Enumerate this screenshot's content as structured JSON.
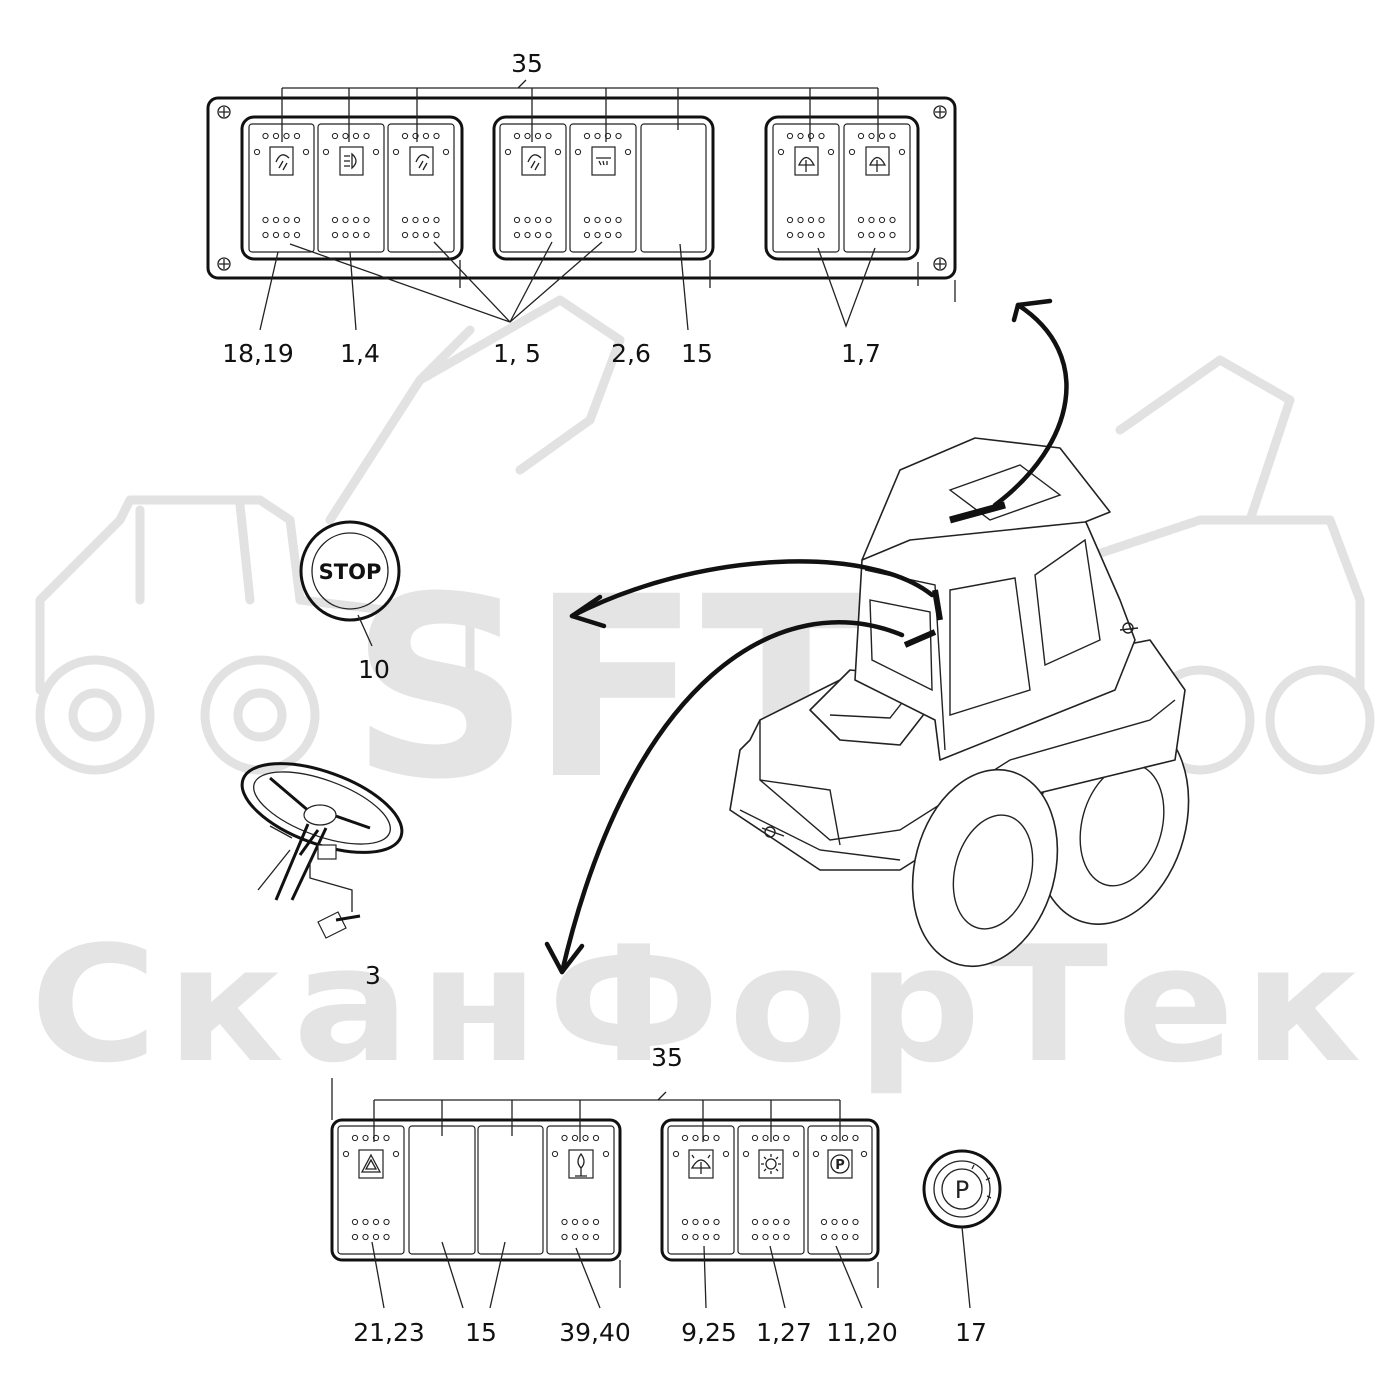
{
  "watermark": {
    "latin": "SFT",
    "cyrillic": "СканФорТек"
  },
  "stop_button": {
    "label": "STOP"
  },
  "top_panel": {
    "callout_top": "35",
    "callouts": [
      "18,19",
      "1,4",
      "1, 5",
      "2,6",
      "15",
      "1,7"
    ]
  },
  "bottom_panel": {
    "callout_top": "35",
    "callouts": [
      "21,23",
      "15",
      "39,40",
      "9,25",
      "1,27",
      "11,20",
      "17"
    ]
  },
  "side_callouts": {
    "stop": "10",
    "steering": "3"
  },
  "icons": {
    "top_switches": [
      "work-light-icon",
      "headlight-icon",
      "work-light-icon",
      "work-light-icon",
      "rear-light-icon",
      "blank",
      "wiper-icon",
      "wiper-icon"
    ],
    "bottom_switches": [
      "hazard-icon",
      "blank",
      "blank",
      "beacon-icon",
      "washer-icon",
      "interior-light-icon",
      "parking-brake-icon"
    ],
    "key_switch": "parking-brake-key-icon"
  }
}
